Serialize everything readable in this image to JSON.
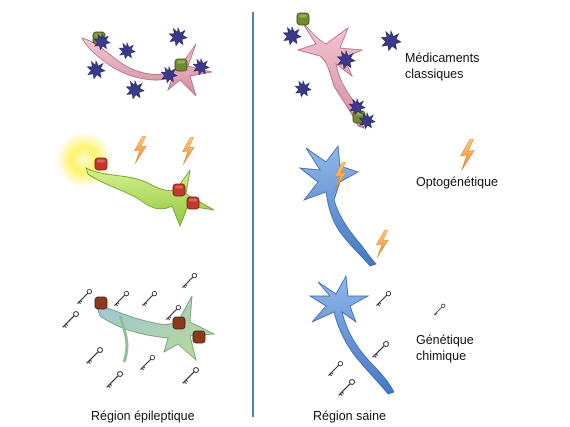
{
  "labels": {
    "drugs": [
      "Médicaments",
      "classiques"
    ],
    "optogenetics": "Optogénétique",
    "chemogenetics": [
      "Génétique",
      "chimique"
    ],
    "region_left": "Région épileptique",
    "region_right": "Région saine"
  },
  "colors": {
    "divider": "#2f5d9c",
    "neuron_pink": "#e2a8b6",
    "neuron_green": "#b4de64",
    "neuron_blue": "#5c8fd6",
    "neuron_teal_green": "#a8d29a",
    "drug_star": "#3a3a8c",
    "receptor_red": "#c0392b",
    "receptor_olive": "#6f8a2f",
    "lightning": "#f4a34a",
    "light_glow": "#fff36a",
    "key": "#333333"
  },
  "icons": [
    "drug-molecule-icon",
    "lightning-icon",
    "ligand-key-icon",
    "light-source-icon"
  ]
}
